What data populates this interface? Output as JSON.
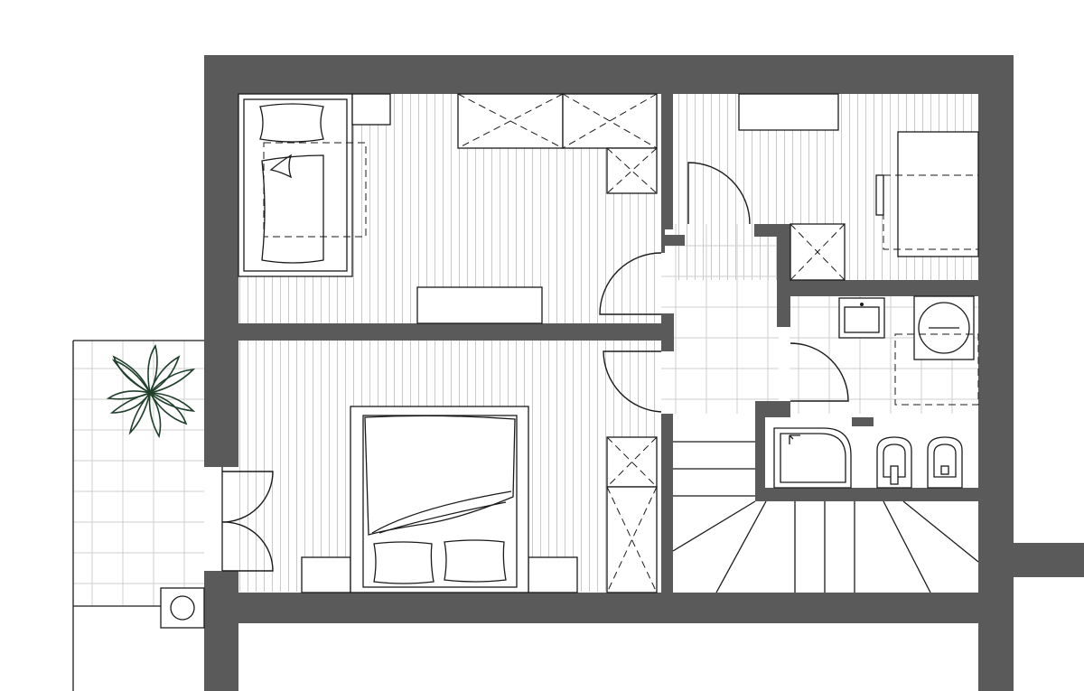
{
  "colors": {
    "wall": "#5a5a5a",
    "line": "#1a1a1a",
    "hatch": "#c9c9c9",
    "tile": "#cfcfcf",
    "plant": "#1f3f2b",
    "background": "#ffffff"
  },
  "rooms": [
    "bedroom-single",
    "bedroom-double",
    "study",
    "hallway",
    "bathroom",
    "staircase",
    "terrace"
  ],
  "icons": [
    "potted-plant-icon",
    "washbasin-icon",
    "washing-machine-icon",
    "toilet-icon",
    "bidet-icon",
    "shower-icon",
    "boiler-icon"
  ]
}
